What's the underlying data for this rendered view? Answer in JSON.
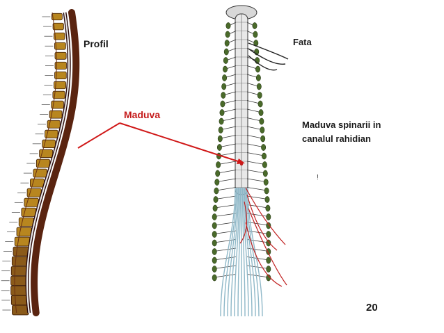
{
  "labels": {
    "profil": "Profil",
    "fata": "Fata",
    "maduva": "Maduva",
    "description": "Maduva spinarii in canalul rahidian",
    "page_number": "20",
    "stray_mark": "!"
  },
  "colors": {
    "pointer_line": "#d01818",
    "vertebra_fill": "#b8861f",
    "vertebra_dark": "#5a2410",
    "cord": "#e8e8e8",
    "nerve_root": "#4a6a2a",
    "nerve_fibre": "#8fb8c8",
    "nerve_red": "#c02020"
  },
  "icons": {
    "profil_figure": "spine-lateral-view-illustration",
    "fata_figure": "spinal-cord-frontal-view-illustration"
  }
}
